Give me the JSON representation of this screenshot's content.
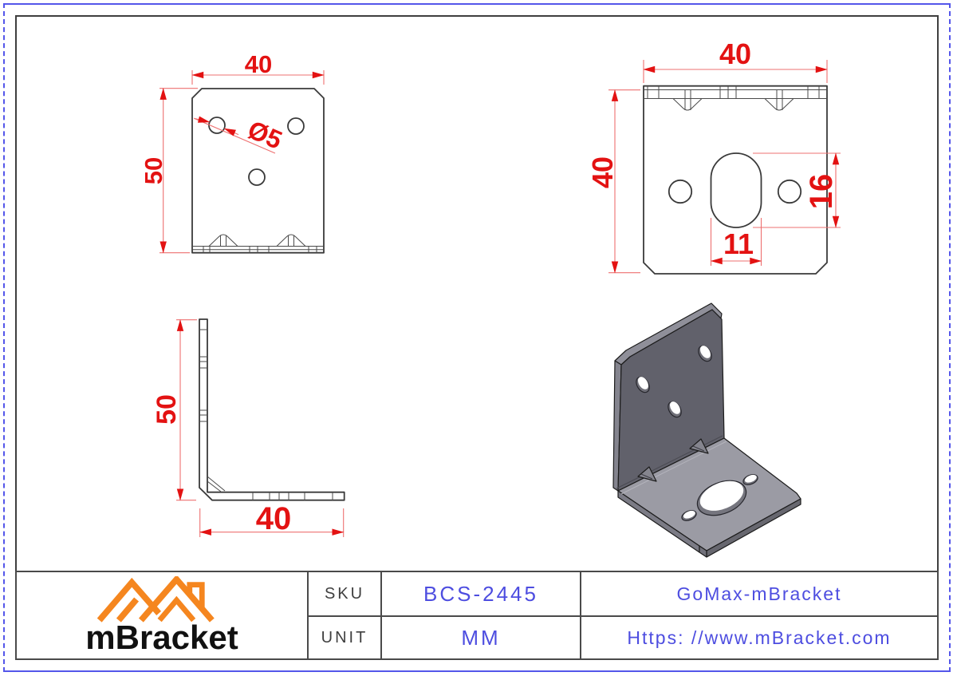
{
  "sheet": {
    "background": "#ffffff",
    "outer_border_color": "#5456ea",
    "frame_color": "#3f3f3f"
  },
  "drawing": {
    "dimension_color": "#e31212",
    "line_color": "#3a3a3a",
    "front_view": {
      "width": "40",
      "height": "50",
      "hole": "Ø5"
    },
    "top_view": {
      "width": "40",
      "height": "40",
      "slot_height": "16",
      "slot_width": "11"
    },
    "side_view": {
      "height": "50",
      "width": "40"
    },
    "iso_view": {
      "face_dark": "#61616b",
      "face_light": "#9b9ba4"
    }
  },
  "title_block": {
    "text_color": "#4d4de0",
    "rows": [
      {
        "label": "SKU",
        "value": "BCS-2445",
        "info": "GoMax-mBracket"
      },
      {
        "label": "UNIT",
        "value": "MM",
        "info": "Https: //www.mBracket.com"
      }
    ],
    "logo": {
      "text": "mBracket",
      "mark_color": "#f5861f"
    }
  }
}
